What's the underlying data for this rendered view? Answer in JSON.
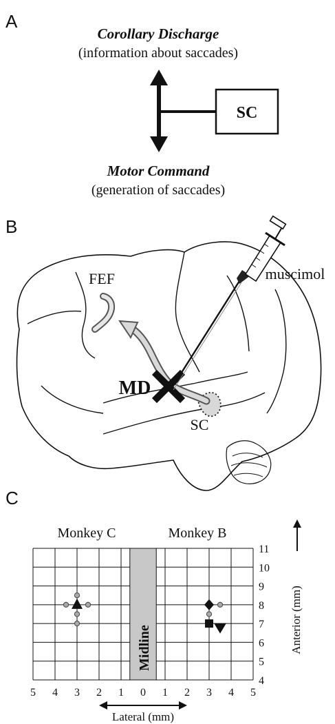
{
  "panel_a": {
    "label": "A",
    "top_title": "Corollary Discharge",
    "top_subtitle": "(information about saccades)",
    "box_label": "SC",
    "bottom_title": "Motor Command",
    "bottom_subtitle": "(generation of saccades)"
  },
  "panel_b": {
    "label": "B",
    "fef_label": "FEF",
    "md_label": "MD",
    "sc_label": "SC",
    "syringe_label": "muscimol"
  },
  "panel_c": {
    "label": "C",
    "left_title": "Monkey C",
    "right_title": "Monkey B",
    "midline_label": "Midline",
    "x_axis_label": "Lateral (mm)",
    "y_axis_label": "Anterior (mm)",
    "x_ticks": [
      "5",
      "4",
      "3",
      "2",
      "1",
      "0",
      "1",
      "2",
      "3",
      "4",
      "5"
    ],
    "y_ticks": [
      "4",
      "5",
      "6",
      "7",
      "8",
      "9",
      "10",
      "11"
    ],
    "markers": [
      {
        "monkey": "C",
        "shape": "triangle-up",
        "lateral": -3,
        "anterior": 8
      },
      {
        "monkey": "C",
        "shape": "circle",
        "lateral": -3,
        "anterior": 8.5
      },
      {
        "monkey": "C",
        "shape": "circle",
        "lateral": -3,
        "anterior": 7.5
      },
      {
        "monkey": "C",
        "shape": "circle",
        "lateral": -3,
        "anterior": 7
      },
      {
        "monkey": "C",
        "shape": "circle",
        "lateral": -3.5,
        "anterior": 8
      },
      {
        "monkey": "C",
        "shape": "circle",
        "lateral": -2.5,
        "anterior": 8
      },
      {
        "monkey": "B",
        "shape": "diamond",
        "lateral": 3,
        "anterior": 8
      },
      {
        "monkey": "B",
        "shape": "circle",
        "lateral": 3.5,
        "anterior": 8
      },
      {
        "monkey": "B",
        "shape": "circle",
        "lateral": 3,
        "anterior": 7.5
      },
      {
        "monkey": "B",
        "shape": "square",
        "lateral": 3,
        "anterior": 7
      },
      {
        "monkey": "B",
        "shape": "triangle-down",
        "lateral": 3.5,
        "anterior": 6.8
      }
    ]
  }
}
